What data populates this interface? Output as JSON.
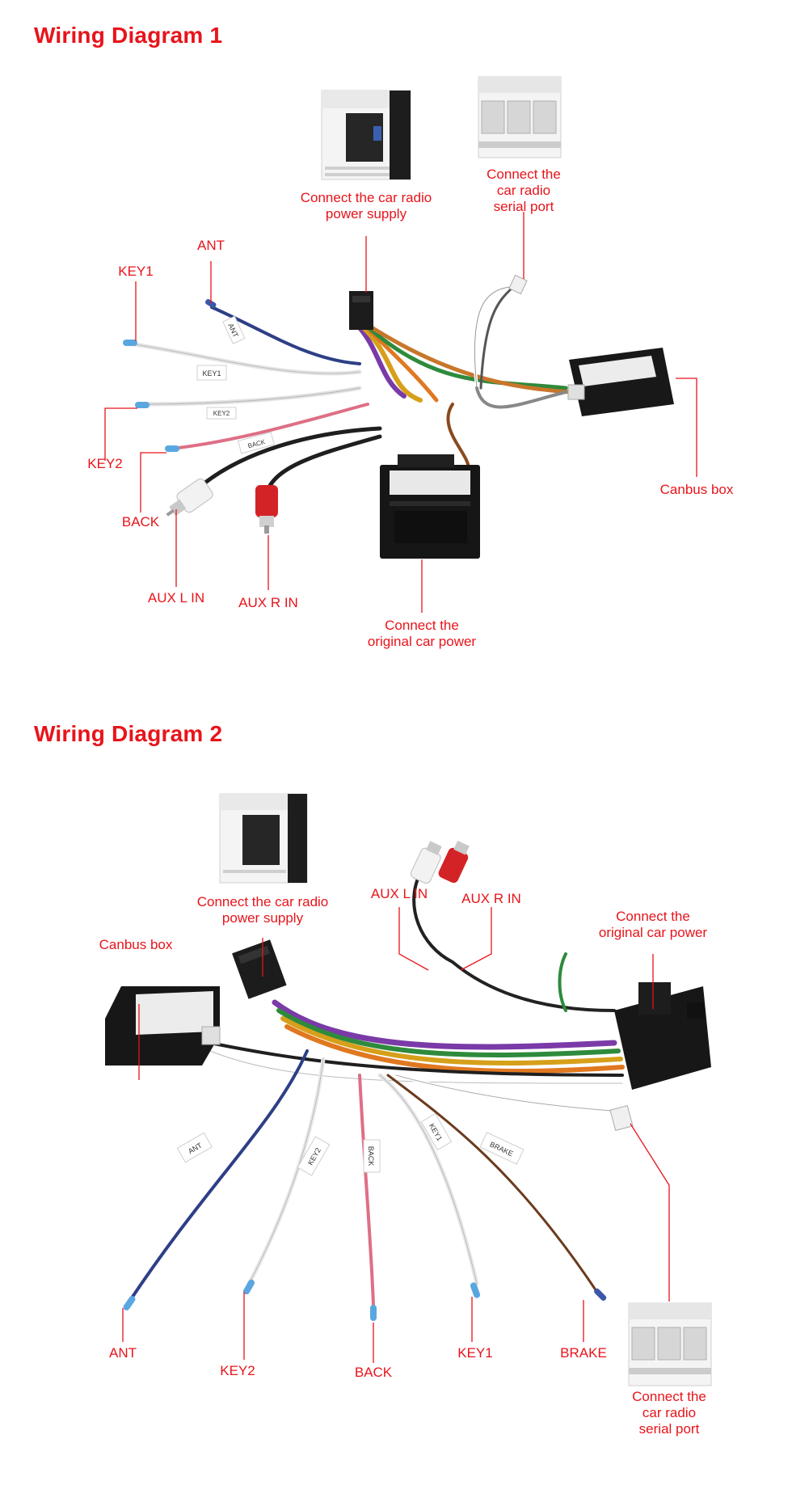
{
  "diagram1": {
    "title": "Wiring Diagram 1",
    "labels": {
      "power_supply": [
        "Connect the car radio",
        "power supply"
      ],
      "serial_port": [
        "Connect the",
        "car radio",
        "serial port"
      ],
      "ant": "ANT",
      "key1": "KEY1",
      "key2": "KEY2",
      "back": "BACK",
      "aux_l": "AUX L IN",
      "aux_r": "AUX R IN",
      "original_power": [
        "Connect the",
        "original car power"
      ],
      "canbus": "Canbus box"
    },
    "wire_tags": {
      "ant": "ANT",
      "key1": "KEY1",
      "key2": "KEY2",
      "back": "BACK"
    }
  },
  "diagram2": {
    "title": "Wiring Diagram 2",
    "labels": {
      "power_supply": [
        "Connect the car radio",
        "power supply"
      ],
      "aux_l": "AUX L IN",
      "aux_r": "AUX R IN",
      "original_power": [
        "Connect the",
        "original car power"
      ],
      "canbus": "Canbus box",
      "ant": "ANT",
      "key2": "KEY2",
      "back": "BACK",
      "key1": "KEY1",
      "brake": "BRAKE",
      "serial_port": [
        "Connect the",
        "car radio",
        "serial port"
      ]
    },
    "wire_tags": {
      "ant": "ANT",
      "key2": "KEY2",
      "back": "BACK",
      "key1": "KEY1",
      "brake": "BRAKE"
    }
  },
  "colors": {
    "label_red": "#e8141b",
    "connector_black": "#1c1c1c",
    "tip_blue": "#5aa7e0"
  }
}
